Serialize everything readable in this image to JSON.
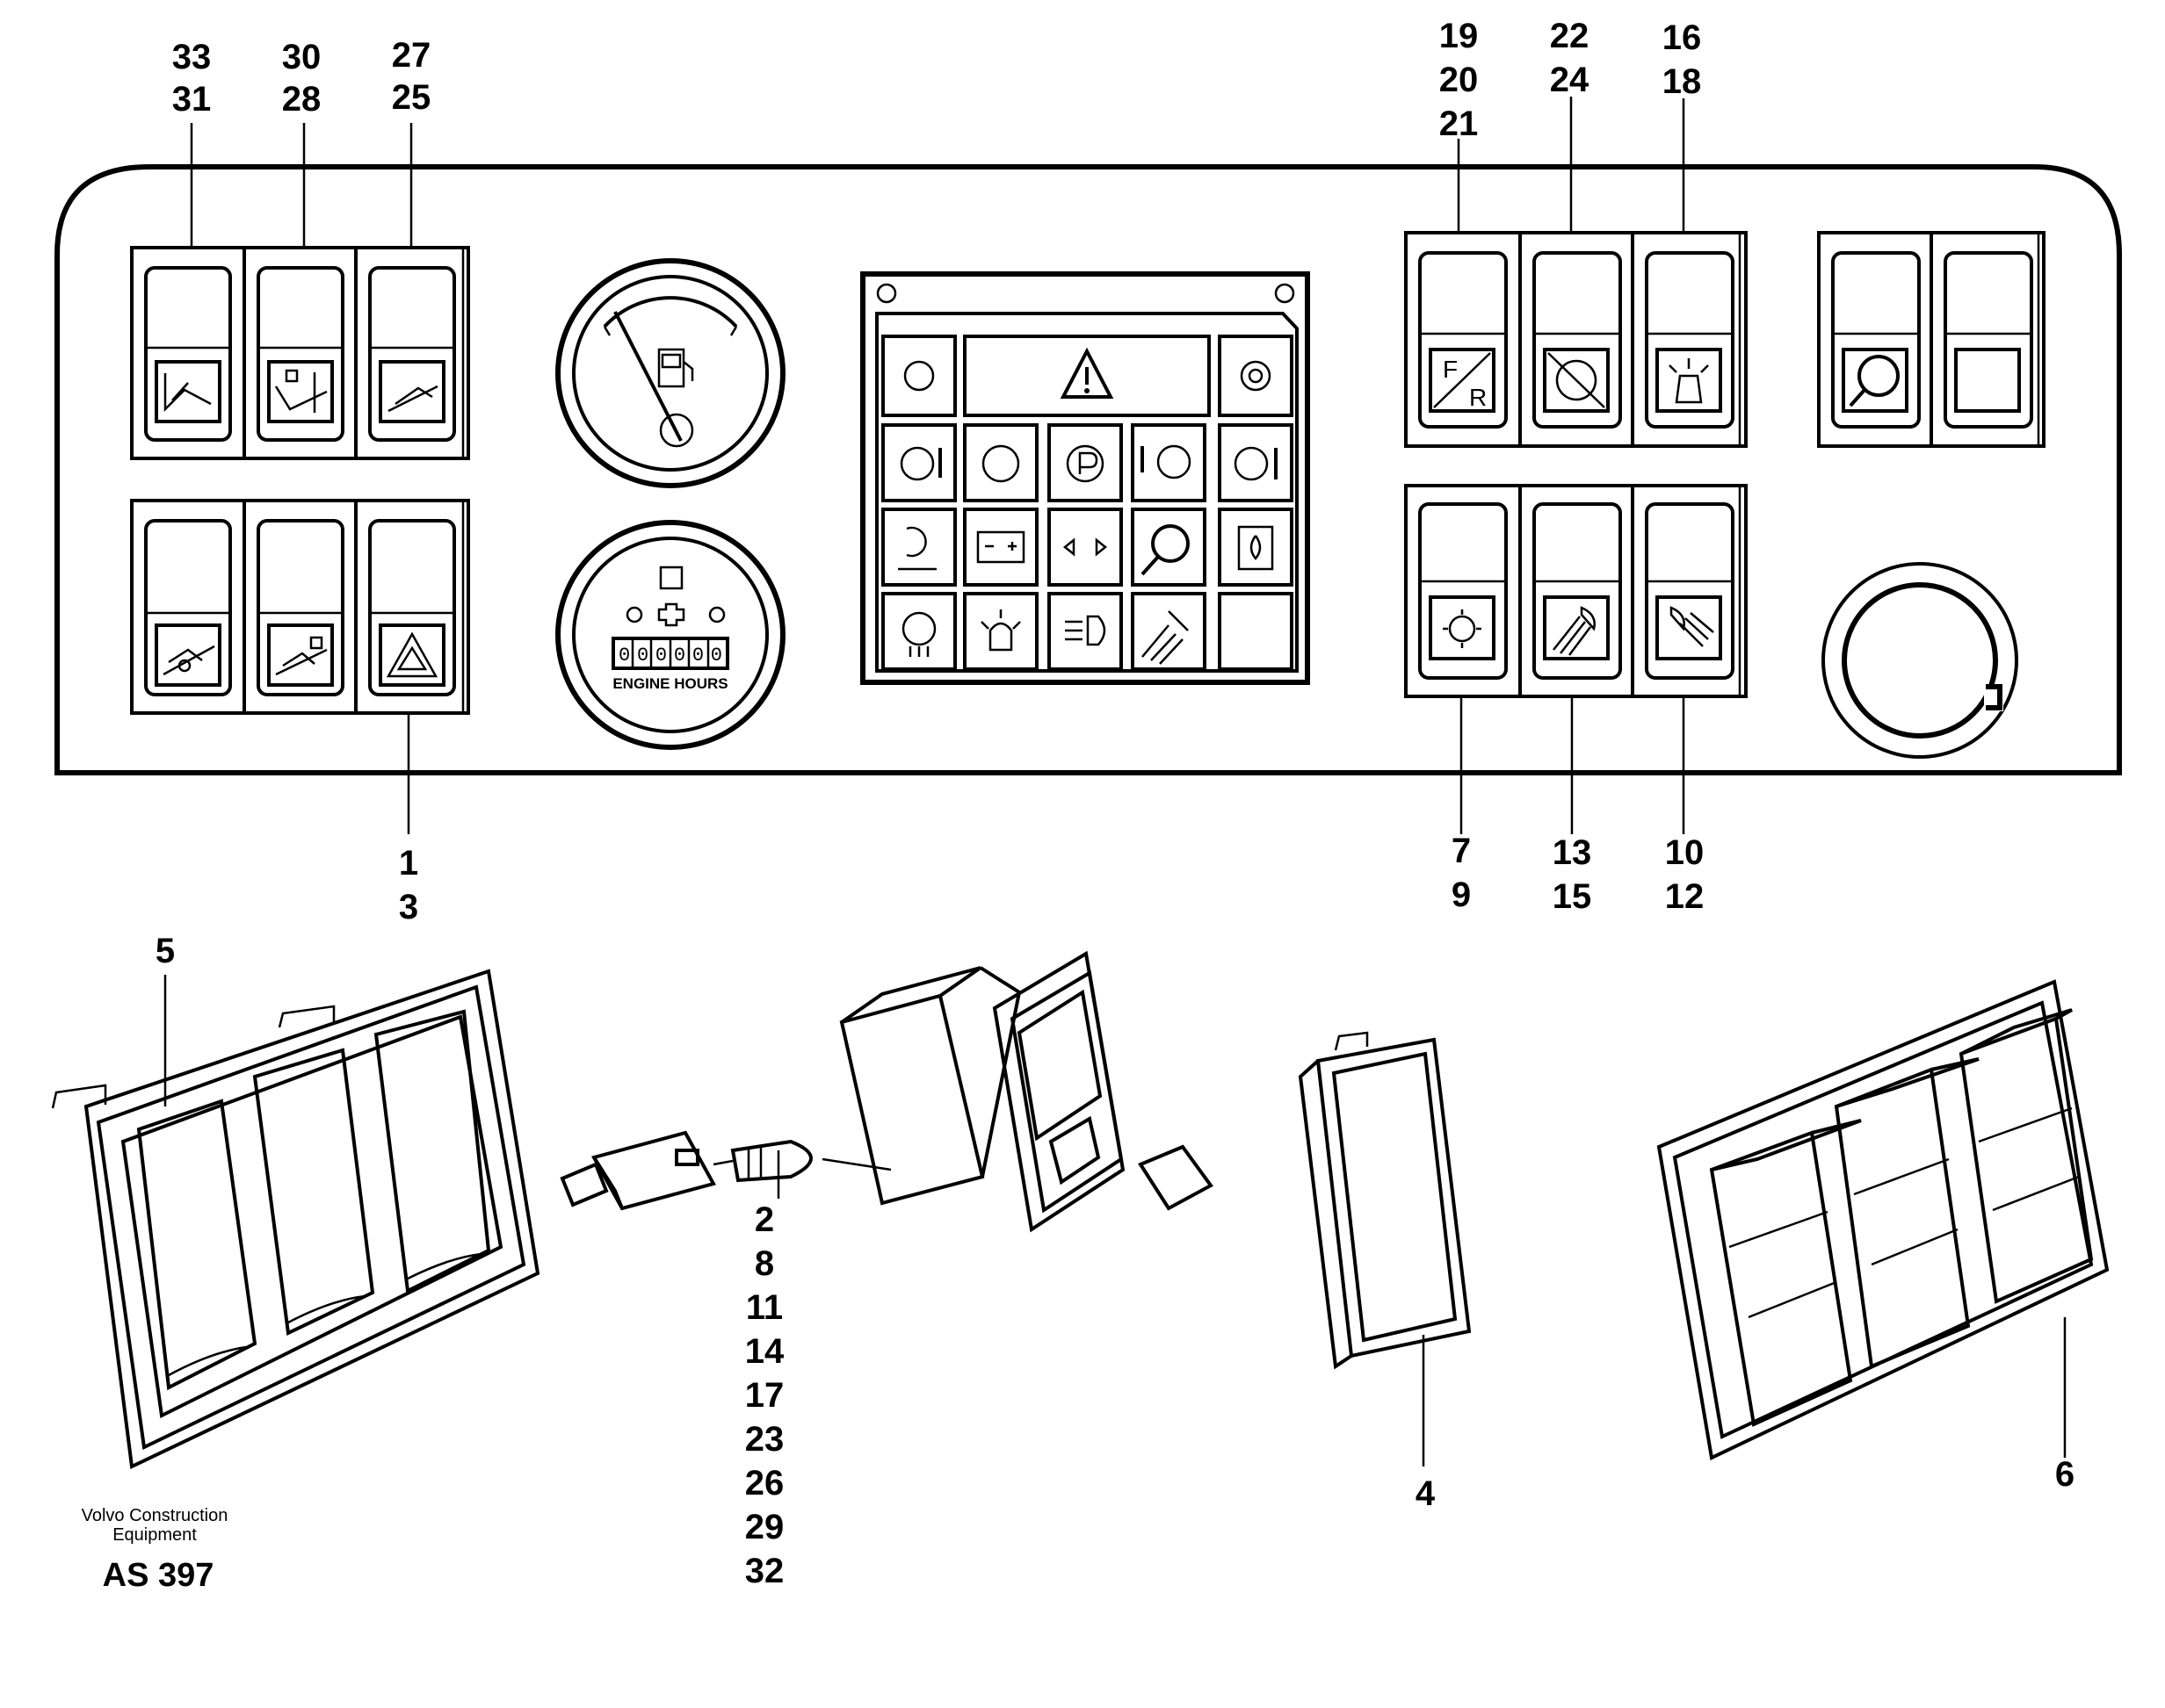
{
  "callouts": {
    "c33_31": [
      "33",
      "31"
    ],
    "c30_28": [
      "30",
      "28"
    ],
    "c27_25": [
      "27",
      "25"
    ],
    "c19_21": [
      "19",
      "20",
      "21"
    ],
    "c22_24": [
      "22",
      "24"
    ],
    "c16_18": [
      "16",
      "18"
    ],
    "c1_3": [
      "1",
      "3"
    ],
    "c7_9": [
      "7",
      "9"
    ],
    "c13_15": [
      "13",
      "15"
    ],
    "c10_12": [
      "10",
      "12"
    ],
    "c5": "5",
    "c2_32": [
      "2",
      "8",
      "11",
      "14",
      "17",
      "23",
      "26",
      "29",
      "32"
    ],
    "c4": "4",
    "c6": "6"
  },
  "gauge": {
    "hour_counter": "000000",
    "hour_label": "ENGINE HOURS"
  },
  "switch_symbols": {
    "forward_reverse": [
      "F",
      "R"
    ]
  },
  "footer": {
    "brand_line1": "Volvo Construction",
    "brand_line2": "Equipment",
    "drawing_code": "AS 397"
  },
  "icons": {
    "dashboard": "dashboard-panel",
    "fuel": "fuel-gauge-icon",
    "warning": "warning-triangle-icon",
    "hazard": "hazard-triangle-icon"
  }
}
